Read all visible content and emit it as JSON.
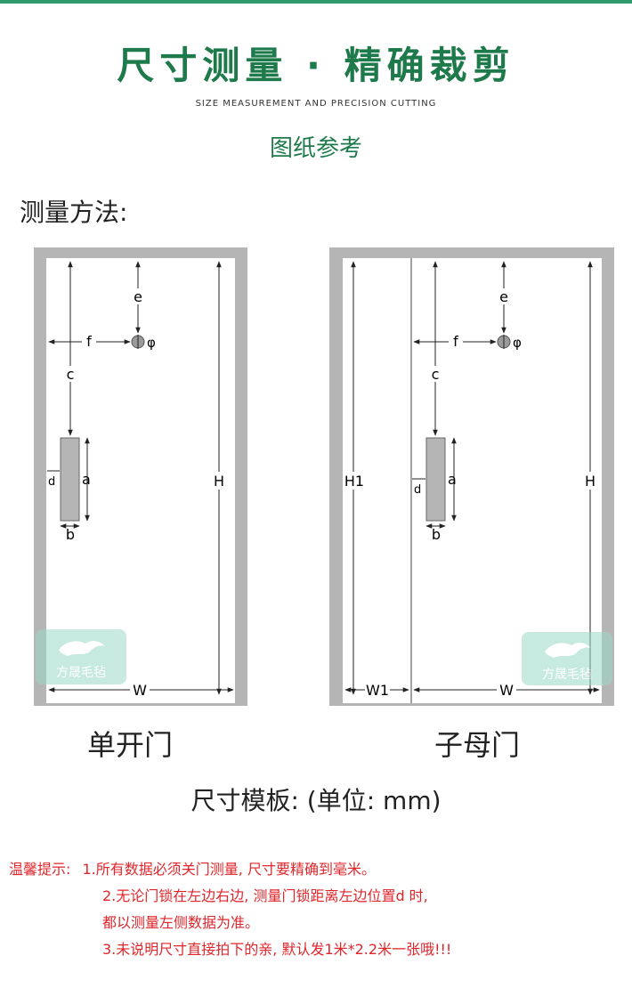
{
  "header": {
    "title": "尺寸测量 · 精确裁剪",
    "subtitle": "SIZE MEASUREMENT AND PRECISION CUTTING",
    "reference": "图纸参考"
  },
  "method_label": "测量方法:",
  "single_door": {
    "name": "单开门",
    "labels": {
      "e": "e",
      "f": "f",
      "c": "c",
      "a": "a",
      "b": "b",
      "d": "d",
      "H": "H",
      "W": "W",
      "phi": "φ"
    }
  },
  "double_door": {
    "name": "子母门",
    "labels": {
      "e": "e",
      "f": "f",
      "c": "c",
      "a": "a",
      "b": "b",
      "d": "d",
      "H": "H",
      "H1": "H1",
      "W": "W",
      "W1": "W1",
      "phi": "φ"
    }
  },
  "watermark": "方晟毛毡",
  "template_label": "尺寸模板: (单位: mm)",
  "tips": {
    "prefix": "温馨提示:",
    "lines": [
      "1.所有数据必须关门测量, 尺寸要精确到毫米。",
      "2.无论门锁在左边右边, 测量门锁距离左边位置d 时,",
      "都以测量左侧数据为准。",
      "3.未说明尺寸直接拍下的亲, 默认发1米*2.2米一张哦!!!"
    ]
  },
  "colors": {
    "title_green": "#1f7a4b",
    "tip_red": "#e0262b",
    "frame_gray": "#b5b5b5"
  }
}
